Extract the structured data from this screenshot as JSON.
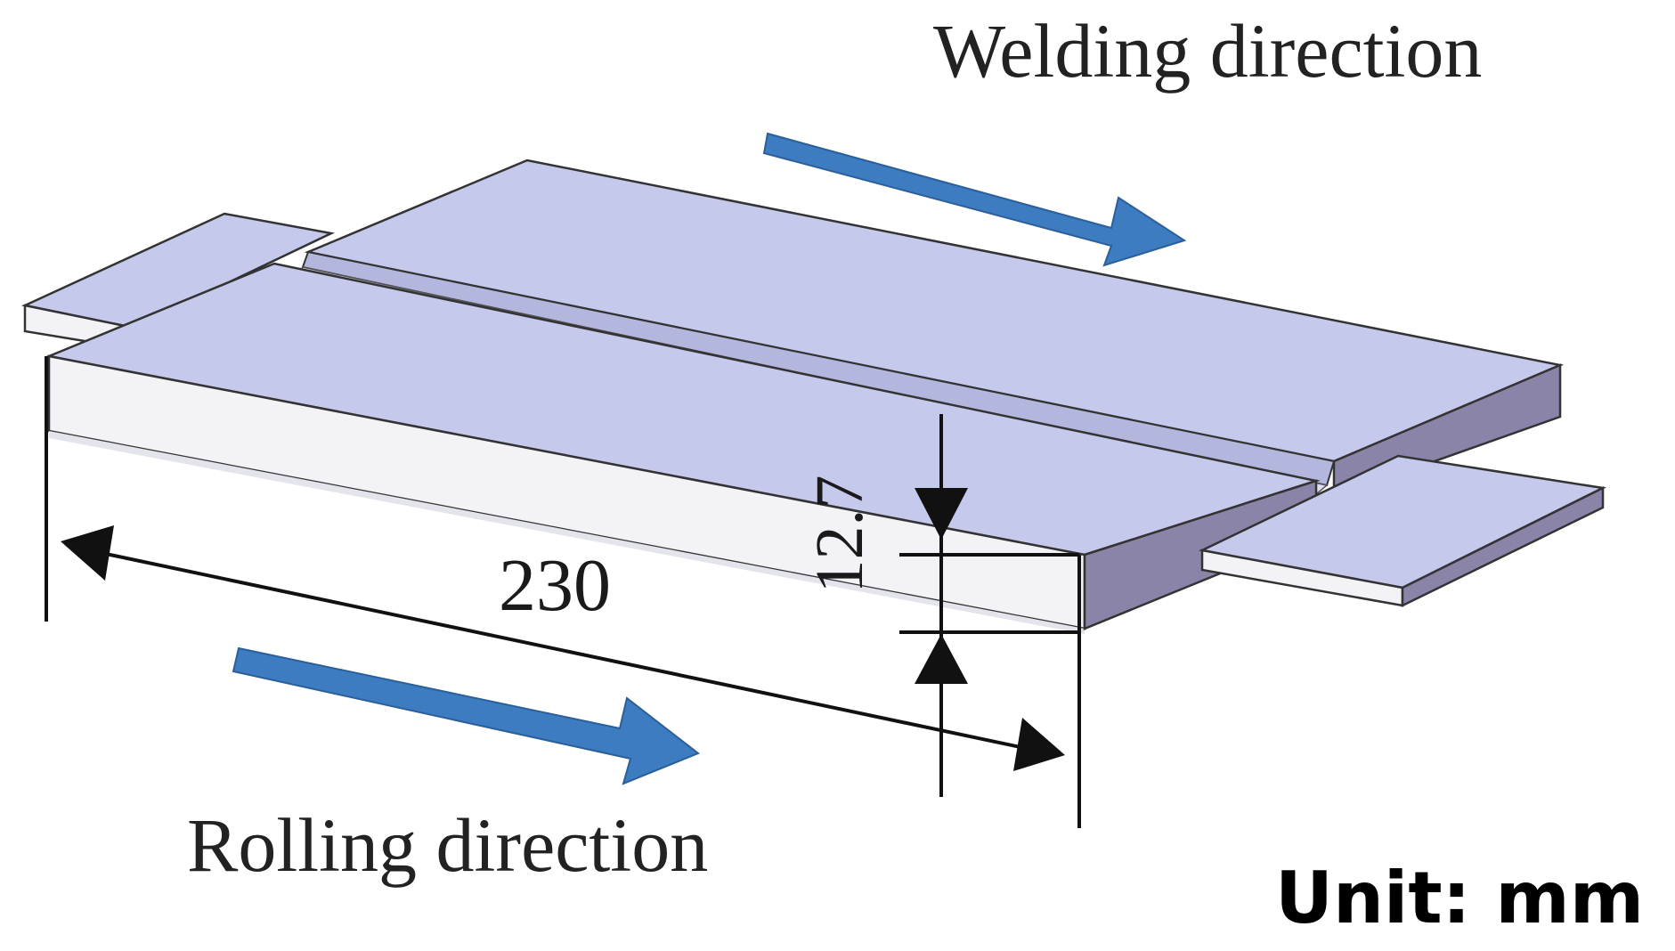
{
  "labels": {
    "welding_direction": "Welding direction",
    "rolling_direction": "Rolling direction",
    "unit": "Unit: mm"
  },
  "dimensions": {
    "length": "230",
    "thickness": "12.7"
  },
  "colors": {
    "plate_top": "#c5c9ec",
    "plate_side_dark": "#8a84a8",
    "plate_front_light": "#f3f3f7",
    "arrow_blue": "#3d7cc0",
    "outline": "#333333"
  },
  "icons": {
    "welding_arrow": "arrow-right-icon",
    "rolling_arrow": "arrow-right-icon"
  }
}
